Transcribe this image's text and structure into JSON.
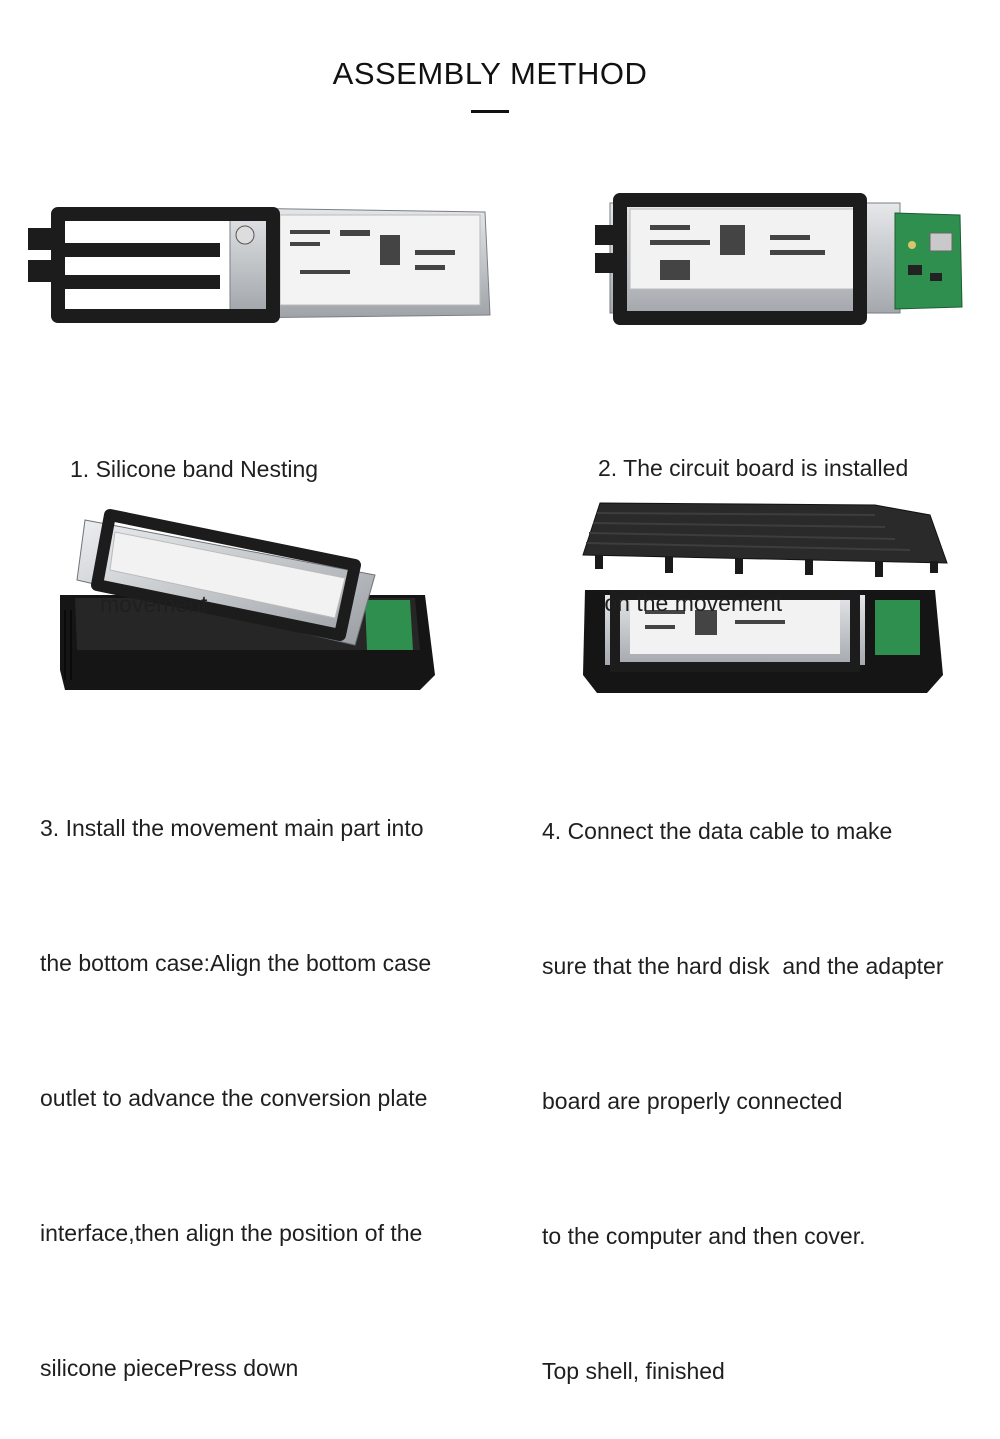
{
  "header": {
    "title": "ASSEMBLY METHOD"
  },
  "steps": [
    {
      "lines": [
        "1. Silicone band Nesting",
        "movement"
      ],
      "illustration": "hard-drive-in-silicone-band"
    },
    {
      "lines": [
        "2. The circuit board is installed",
        " on the movement"
      ],
      "illustration": "hard-drive-with-circuit-board"
    },
    {
      "lines": [
        "3. Install the movement main part into",
        "the bottom case:Align the bottom case",
        "outlet to advance the conversion plate",
        "interface,then align the position of the",
        "silicone piecePress down"
      ],
      "illustration": "drive-into-bottom-case"
    },
    {
      "lines": [
        "4. Connect the data cable to make",
        "sure that the hard disk  and the adapter",
        "board are properly connected",
        "to the computer and then cover.",
        "Top shell, finished"
      ],
      "illustration": "top-shell-cover"
    }
  ],
  "colors": {
    "silicone": "#1c1c1c",
    "drive_metal": "#c9ccd0",
    "label": "#f2f2f2",
    "pcb": "#2f8f4e",
    "case": "#151515"
  }
}
